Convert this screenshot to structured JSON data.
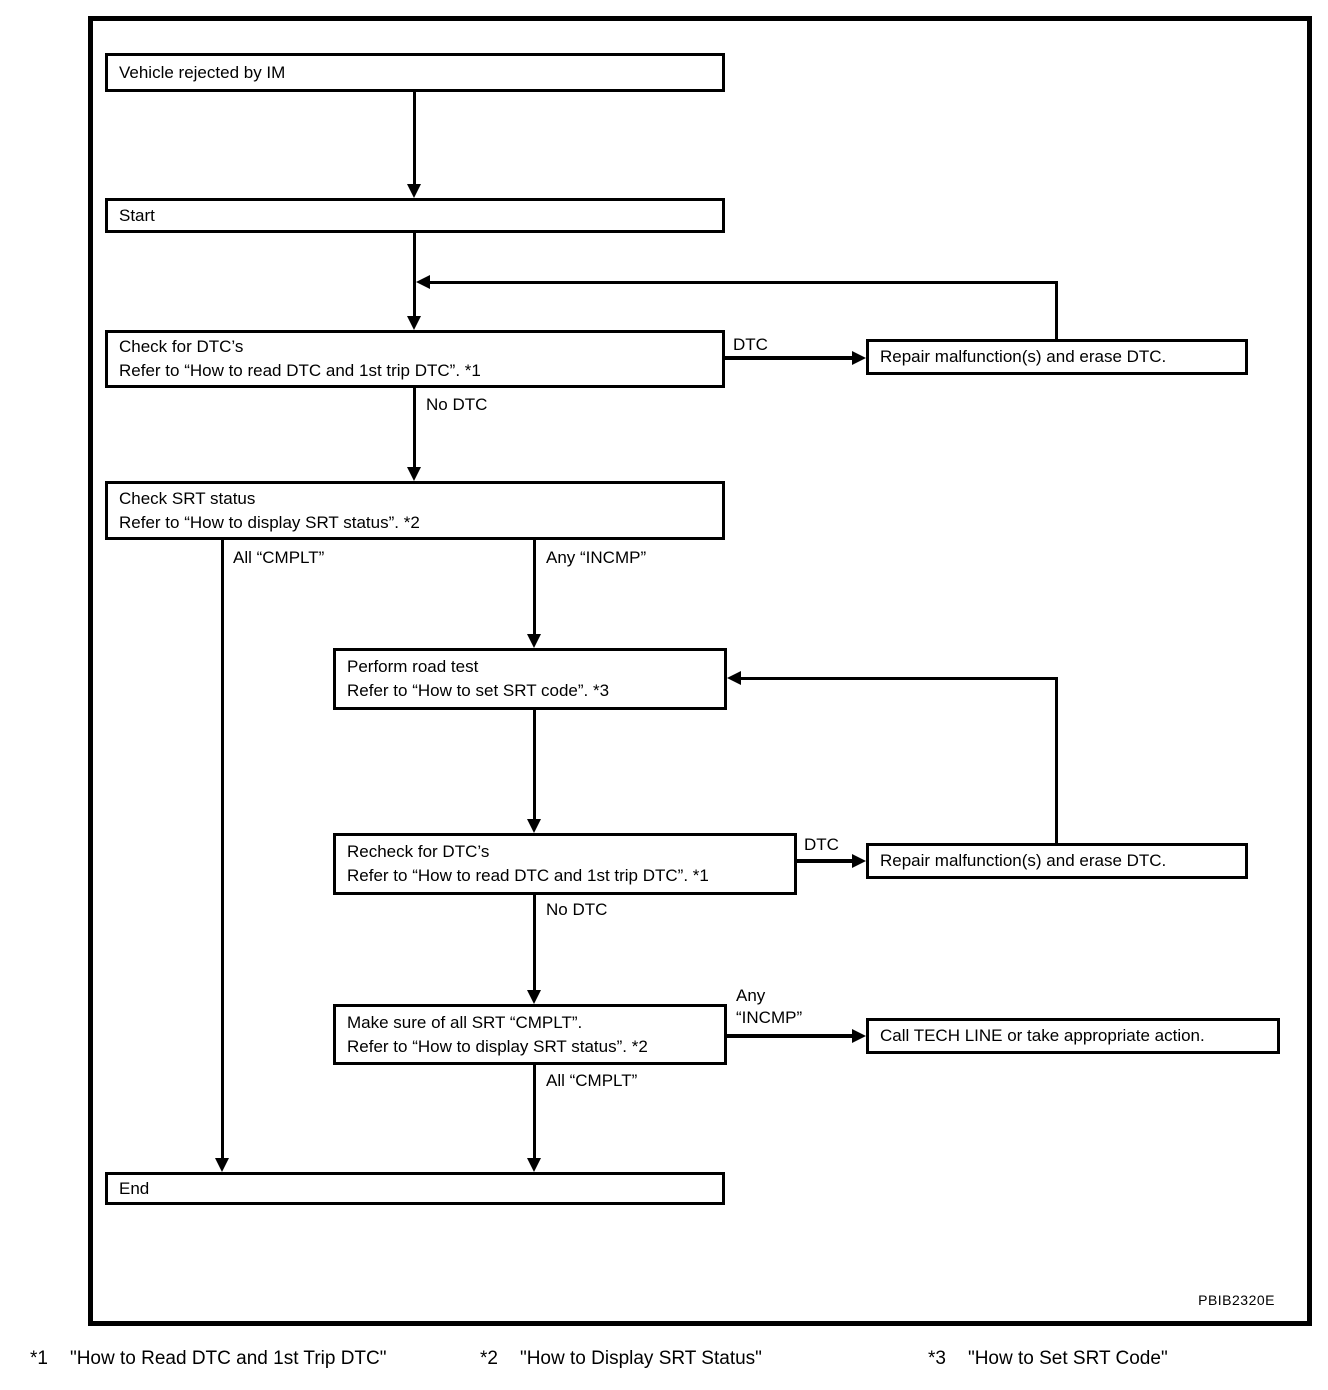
{
  "diagram_code": "PBIB2320E",
  "nodes": {
    "vehicle_rejected": {
      "line1": "Vehicle rejected by IM"
    },
    "start": {
      "line1": "Start"
    },
    "check_dtc": {
      "line1": "Check for DTC’s",
      "line2": "Refer to “How to read DTC and 1st trip DTC”. *1"
    },
    "check_srt": {
      "line1": "Check SRT status",
      "line2": "Refer to “How to display SRT status”. *2"
    },
    "road_test": {
      "line1": "Perform road test",
      "line2": "Refer to “How to set SRT code”. *3"
    },
    "recheck_dtc": {
      "line1": "Recheck for DTC’s",
      "line2": "Refer to “How to read DTC and 1st trip DTC”. *1"
    },
    "make_sure_srt": {
      "line1": "Make sure of all SRT “CMPLT”.",
      "line2": "Refer to “How to display SRT status”. *2"
    },
    "end": {
      "line1": "End"
    },
    "repair_1": {
      "line1": "Repair malfunction(s) and erase DTC."
    },
    "repair_2": {
      "line1": "Repair malfunction(s) and erase DTC."
    },
    "call_tech_line": {
      "line1": "Call TECH LINE or take appropriate action."
    }
  },
  "edge_labels": {
    "dtc_1": "DTC",
    "no_dtc_1": "No DTC",
    "all_cmplt_1": "All “CMPLT”",
    "any_incmp_1": "Any “INCMP”",
    "dtc_2": "DTC",
    "no_dtc_2": "No DTC",
    "any_incmp_2_line1": "Any",
    "any_incmp_2_line2": "“INCMP”",
    "all_cmplt_2": "All “CMPLT”"
  },
  "footnotes": [
    {
      "marker": "*1",
      "text": "\"How to Read DTC and 1st Trip DTC\""
    },
    {
      "marker": "*2",
      "text": "\"How to Display SRT Status\""
    },
    {
      "marker": "*3",
      "text": "\"How to Set SRT Code\""
    }
  ],
  "colors": {
    "line": "#000000",
    "background": "#ffffff"
  }
}
